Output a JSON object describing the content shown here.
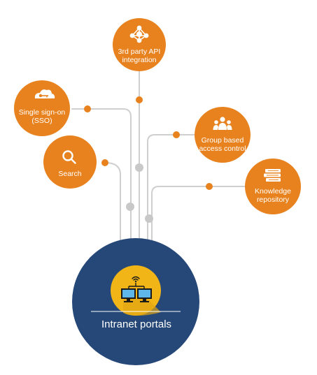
{
  "colors": {
    "node": "#E8821E",
    "hub": "#254878",
    "connector": "#cfcfcf",
    "connector_dot": "#c8c8c8",
    "hub_icon_bg": "#F2B517"
  },
  "hub": {
    "label": "Intranet portals",
    "icon": "network-computers-icon"
  },
  "nodes": [
    {
      "id": "api",
      "line1": "3rd party API",
      "line2": "integration",
      "icon": "molecule-network-icon"
    },
    {
      "id": "sso",
      "line1": "Single sign-on",
      "line2": "(SSO)",
      "icon": "cloud-key-icon"
    },
    {
      "id": "search",
      "line1": "Search",
      "line2": "",
      "icon": "search-icon"
    },
    {
      "id": "group",
      "line1": "Group based",
      "line2": "access control",
      "icon": "users-group-icon"
    },
    {
      "id": "knowledge",
      "line1": "Knowledge",
      "line2": "repository",
      "icon": "stacked-books-icon"
    }
  ]
}
